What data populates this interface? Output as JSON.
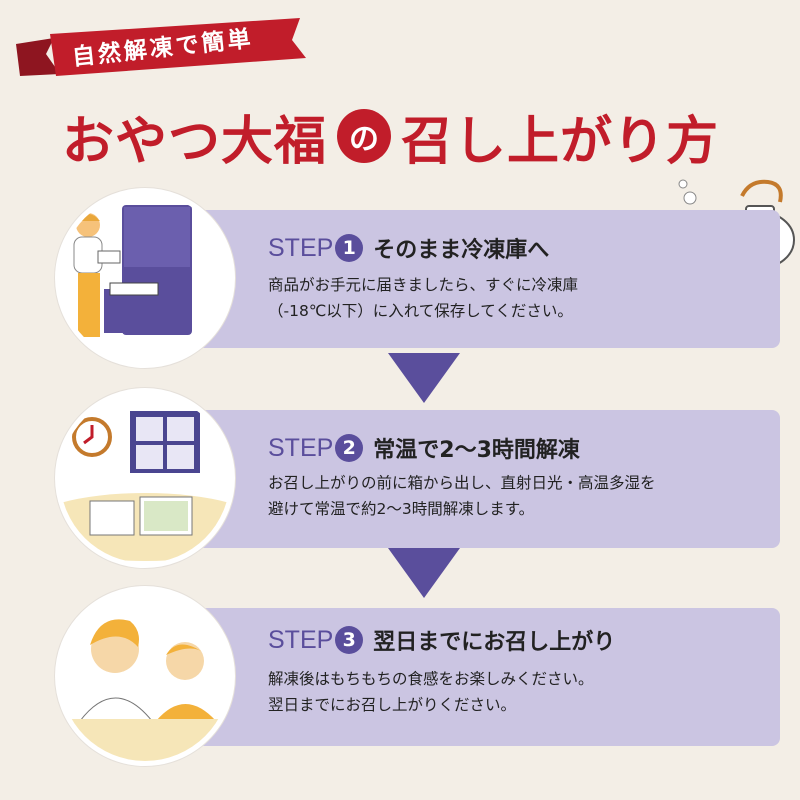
{
  "ribbon": {
    "text": "自然解凍で簡単",
    "color": "#c11d2a"
  },
  "headline": {
    "part1": "おやつ大福",
    "connector": "の",
    "part2": "召し上がり方",
    "color": "#c11d2a"
  },
  "accent_color": "#5a4e9c",
  "card_color": "#cbc5e2",
  "steps": [
    {
      "word": "STEP",
      "number": "1",
      "title": "そのまま冷凍庫へ",
      "desc_line1": "商品がお手元に届きましたら、すぐに冷凍庫",
      "desc_line2": "（-18℃以下）に入れて保存してください。",
      "illustration": "woman-freezer-illustration"
    },
    {
      "word": "STEP",
      "number": "2",
      "title": "常温で2〜3時間解凍",
      "desc_line1": "お召し上がりの前に箱から出し、直射日光・高温多湿を",
      "desc_line2": "避けて常温で約2〜3時間解凍します。",
      "illustration": "clock-window-table-illustration"
    },
    {
      "word": "STEP",
      "number": "3",
      "title": "翌日までにお召し上がり",
      "desc_line1": "解凍後はもちもちの食感をお楽しみください。",
      "desc_line2": "翌日までにお召し上がりください。",
      "illustration": "family-eating-illustration"
    }
  ]
}
